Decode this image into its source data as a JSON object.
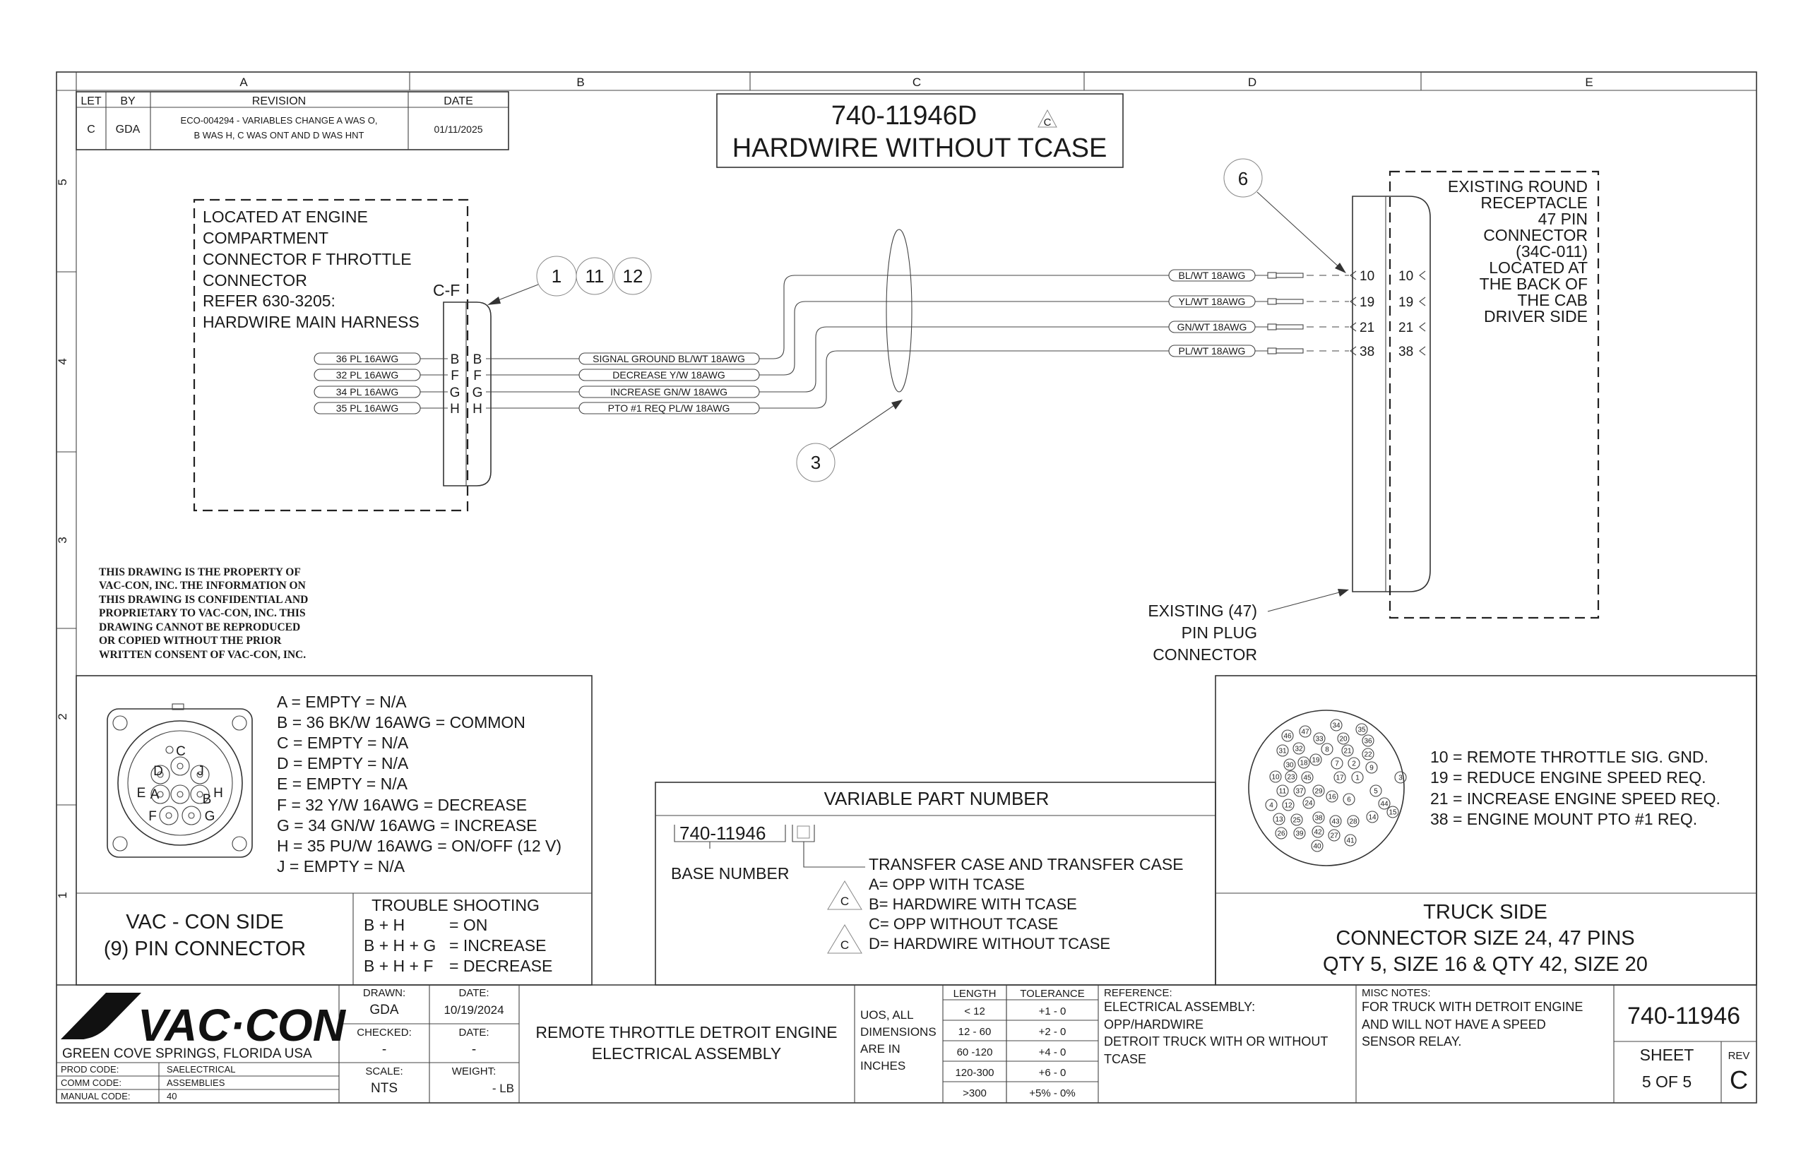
{
  "zones": {
    "columns": [
      "A",
      "B",
      "C",
      "D",
      "E"
    ],
    "rows": [
      "5",
      "4",
      "3",
      "2",
      "1"
    ]
  },
  "revision_block": {
    "headers": [
      "LET",
      "BY",
      "REVISION",
      "DATE"
    ],
    "row": {
      "let": "C",
      "by": "GDA",
      "revision_line1": "ECO-004294 - VARIABLES CHANGE  A WAS O,",
      "revision_line2": "B WAS H, C WAS ONT AND D WAS HNT",
      "date": "01/11/2025"
    }
  },
  "title_box": {
    "part_number": "740-11946D",
    "rev_flag": "C",
    "title": "HARDWIRE WITHOUT TCASE"
  },
  "engine_box": {
    "lines": [
      "LOCATED AT ENGINE",
      "COMPARTMENT",
      "CONNECTOR F THROTTLE",
      "CONNECTOR",
      "REFER 630-3205:",
      "HARDWIRE MAIN HARNESS"
    ],
    "connector_label": "C-F"
  },
  "balloons": {
    "b1": "1",
    "b11": "11",
    "b12": "12",
    "b3": "3",
    "b6": "6"
  },
  "left_wires": [
    {
      "tag": "36 PL 16AWG",
      "pin": "B",
      "harness": "SIGNAL GROUND BL/WT 18AWG"
    },
    {
      "tag": "32 PL 16AWG",
      "pin": "F",
      "harness": "DECREASE Y/W 18AWG"
    },
    {
      "tag": "34 PL 16AWG",
      "pin": "G",
      "harness": "INCREASE GN/W 18AWG"
    },
    {
      "tag": "35 PL 16AWG",
      "pin": "H",
      "harness": "PTO #1 REQ PL/W 18AWG"
    }
  ],
  "right_wires": [
    {
      "tag": "BL/WT 18AWG",
      "pin": "10"
    },
    {
      "tag": "YL/WT 18AWG",
      "pin": "19"
    },
    {
      "tag": "GN/WT 18AWG",
      "pin": "21"
    },
    {
      "tag": "PL/WT 18AWG",
      "pin": "38"
    }
  ],
  "receptacle_box": {
    "lines": [
      "EXISTING ROUND",
      "RECEPTACLE",
      "47 PIN",
      "CONNECTOR",
      "(34C-011)",
      "LOCATED AT",
      "THE BACK OF",
      "THE CAB",
      "DRIVER SIDE"
    ]
  },
  "plug_label": {
    "lines": [
      "EXISTING (47)",
      "PIN PLUG",
      "CONNECTOR"
    ]
  },
  "proprietary_notice": {
    "lines": [
      "THIS DRAWING IS THE PROPERTY OF",
      "VAC-CON, INC.  THE INFORMATION ON",
      "THIS DRAWING IS CONFIDENTIAL AND",
      "PROPRIETARY TO VAC-CON, INC.  THIS",
      "DRAWING CANNOT BE REPRODUCED",
      "OR COPIED WITHOUT THE PRIOR",
      "WRITTEN CONSENT OF VAC-CON, INC."
    ]
  },
  "vaccon_pins": {
    "face_letters": [
      "C",
      "D",
      "J",
      "E",
      "A",
      "H",
      "B",
      "F",
      "G"
    ],
    "legend": [
      "A = EMPTY = N/A",
      "B = 36 BK/W 16AWG = COMMON",
      "C = EMPTY = N/A",
      "D = EMPTY = N/A",
      "E = EMPTY = N/A",
      "F = 32 Y/W 16AWG = DECREASE",
      "G = 34 GN/W 16AWG = INCREASE",
      "H = 35 PU/W 16AWG = ON/OFF (12 V)",
      "J = EMPTY = N/A"
    ],
    "side_title_line1": "VAC - CON SIDE",
    "side_title_line2": "(9) PIN CONNECTOR"
  },
  "trouble_shooting": {
    "title": "TROUBLE SHOOTING",
    "rows": [
      {
        "combo": "B + H",
        "result": "= ON"
      },
      {
        "combo": "B + H + G",
        "result": "= INCREASE"
      },
      {
        "combo": "B + H + F",
        "result": "= DECREASE"
      }
    ]
  },
  "variable_part": {
    "title": "VARIABLE PART NUMBER",
    "base": "740-11946",
    "base_label": "BASE NUMBER",
    "option_title": "TRANSFER CASE AND TRANSFER CASE",
    "flag1": "C",
    "flag2": "C",
    "options": [
      "A= OPP WITH TCASE",
      "B= HARDWIRE WITH TCASE",
      "C= OPP WITHOUT TCASE",
      "D= HARDWIRE WITHOUT TCASE"
    ]
  },
  "truck_connector": {
    "pin_numbers": [
      "34",
      "35",
      "46",
      "47",
      "33",
      "20",
      "36",
      "31",
      "32",
      "8",
      "21",
      "22",
      "19",
      "30",
      "18",
      "7",
      "2",
      "9",
      "10",
      "23",
      "45",
      "17",
      "1",
      "3",
      "11",
      "37",
      "29",
      "16",
      "6",
      "5",
      "4",
      "12",
      "24",
      "44",
      "15",
      "13",
      "25",
      "38",
      "43",
      "28",
      "14",
      "26",
      "39",
      "42",
      "27",
      "41",
      "40"
    ],
    "legend": [
      "10 = REMOTE THROTTLE SIG. GND.",
      "19 = REDUCE ENGINE SPEED REQ.",
      "21 = INCREASE ENGINE SPEED REQ.",
      "38 = ENGINE MOUNT PTO #1 REQ."
    ],
    "side_title": "TRUCK  SIDE",
    "side_line2": "CONNECTOR SIZE 24, 47 PINS",
    "side_line3": "QTY 5, SIZE 16 & QTY 42, SIZE 20"
  },
  "title_block": {
    "logo": "VAC·CON",
    "location": "GREEN COVE SPRINGS, FLORIDA USA",
    "codes": [
      {
        "label": "PROD CODE:",
        "value": "SAELECTRICAL"
      },
      {
        "label": "COMM CODE:",
        "value": "ASSEMBLIES"
      },
      {
        "label": "MANUAL CODE:",
        "value": "40"
      }
    ],
    "drawn_label": "DRAWN:",
    "drawn": "GDA",
    "date_label": "DATE:",
    "date": "10/19/2024",
    "checked_label": "CHECKED:",
    "checked": "-",
    "date2_label": "DATE:",
    "date2": "-",
    "scale_label": "SCALE:",
    "scale": "NTS",
    "weight_label": "WEIGHT:",
    "weight": "- LB",
    "description_line1": "REMOTE THROTTLE DETROIT ENGINE",
    "description_line2": "ELECTRICAL ASSEMBLY",
    "uos": [
      "UOS, ALL",
      "DIMENSIONS",
      "ARE IN",
      "INCHES"
    ],
    "tolerance_headers": [
      "LENGTH",
      "TOLERANCE"
    ],
    "tolerances": [
      {
        "length": "< 12",
        "tol": "+1 - 0"
      },
      {
        "length": "12 - 60",
        "tol": "+2 - 0"
      },
      {
        "length": "60 -120",
        "tol": "+4 - 0"
      },
      {
        "length": "120-300",
        "tol": "+6 - 0"
      },
      {
        "length": ">300",
        "tol": "+5% - 0%"
      }
    ],
    "reference_label": "REFERENCE:",
    "reference": [
      "ELECTRICAL ASSEMBLY:",
      "OPP/HARDWIRE",
      "DETROIT TRUCK WITH OR WITHOUT",
      "TCASE"
    ],
    "misc_label": "MISC NOTES:",
    "misc": [
      "FOR TRUCK WITH DETROIT ENGINE",
      "AND WILL NOT HAVE A SPEED",
      "SENSOR RELAY."
    ],
    "drawing_number": "740-11946",
    "sheet_label": "SHEET",
    "sheet": "5 OF 5",
    "rev_label": "REV",
    "rev": "C"
  }
}
